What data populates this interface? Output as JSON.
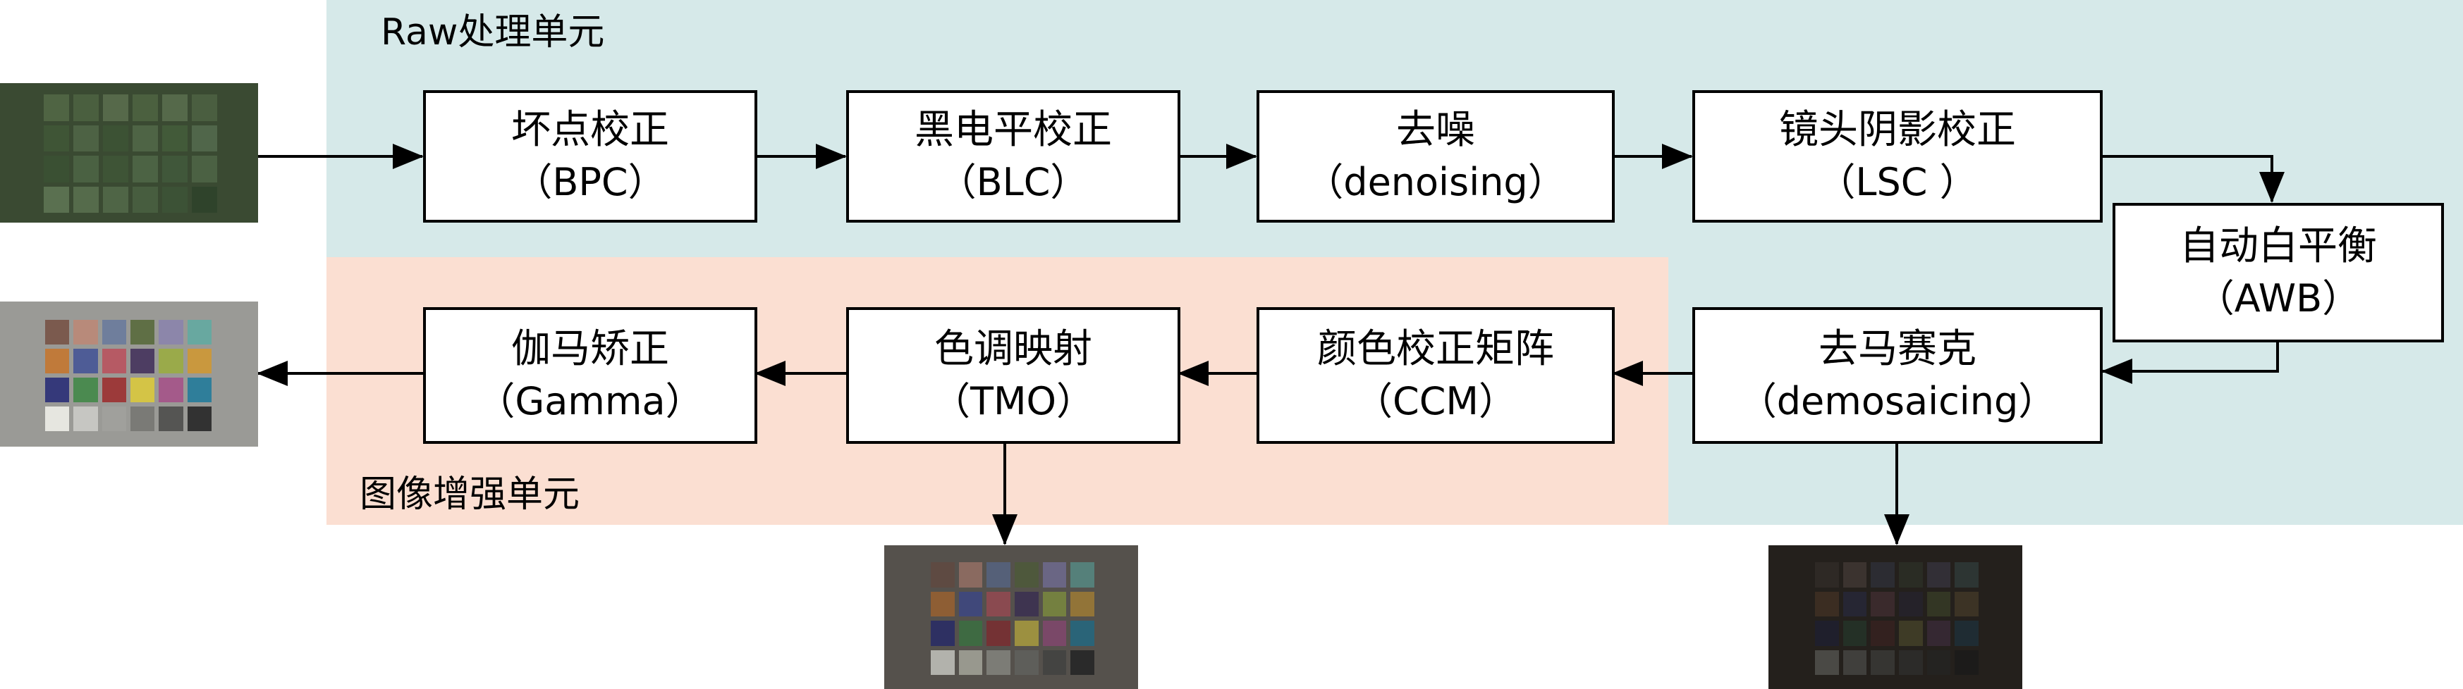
{
  "colors": {
    "raw_region_bg": "#d6e9e9",
    "enhance_region_bg": "#fbdfd2",
    "box_border": "#000000",
    "arrow": "#000000"
  },
  "regions": {
    "raw": {
      "label": "Raw处理单元"
    },
    "enhance": {
      "label": "图像增强单元"
    }
  },
  "blocks": {
    "bpc": {
      "name": "坏点校正",
      "abbr": "（BPC）"
    },
    "blc": {
      "name": "黑电平校正",
      "abbr": "（BLC）"
    },
    "denoise": {
      "name": "去噪",
      "abbr": "（denoising）"
    },
    "lsc": {
      "name": "镜头阴影校正",
      "abbr": "（LSC ）"
    },
    "awb": {
      "name": "自动白平衡",
      "abbr": "（AWB）"
    },
    "demosaic": {
      "name": "去马赛克",
      "abbr": "（demosaicing）"
    },
    "ccm": {
      "name": "颜色校正矩阵",
      "abbr": "（CCM）"
    },
    "tmo": {
      "name": "色调映射",
      "abbr": "（TMO）"
    },
    "gamma": {
      "name": "伽马矫正",
      "abbr": "（Gamma）"
    }
  },
  "images": {
    "input_raw": {
      "frame": "#3a4a32",
      "patches": [
        "#4f6443",
        "#4a5f3f",
        "#56694a",
        "#4b603f",
        "#55694a",
        "#4a5e40",
        "#3f5536",
        "#4d6244",
        "#3c5234",
        "#4e6445",
        "#425a39",
        "#50664a",
        "#3a5033",
        "#4a6142",
        "#3e5436",
        "#4c6344",
        "#40573a",
        "#4b6143",
        "#5a7050",
        "#556b4b",
        "#4f6546",
        "#475d3f",
        "#3c5236",
        "#2f432b"
      ]
    },
    "output_gamma": {
      "frame": "#9a9a96",
      "patches": [
        "#7b5a4e",
        "#b88a7a",
        "#6f7e9c",
        "#5f6f45",
        "#8c86aa",
        "#68a8a0",
        "#c07a3a",
        "#4e5c96",
        "#b65a64",
        "#4d3d62",
        "#9aaa4a",
        "#c9983e",
        "#35397a",
        "#4b8a50",
        "#9c3a3a",
        "#d4c446",
        "#a45a8a",
        "#2f7e9a",
        "#e6e6e0",
        "#c6c6c2",
        "#a0a09c",
        "#7a7a76",
        "#555553",
        "#323232"
      ]
    },
    "output_tmo": {
      "frame": "#55514c",
      "patches": [
        "#5e4a42",
        "#8a6a60",
        "#556078",
        "#4e583c",
        "#6a6684",
        "#55807a",
        "#8e5e34",
        "#40487a",
        "#8a4a50",
        "#3e3450",
        "#748040",
        "#927438",
        "#2e3062",
        "#3e6a42",
        "#743234",
        "#9c9040",
        "#7a4868",
        "#2a6478",
        "#b2b2ac",
        "#98988e",
        "#7c7c76",
        "#5e5e5a",
        "#444442",
        "#2a2a2a"
      ]
    },
    "output_demosaic": {
      "frame": "#24201c",
      "patches": [
        "#2e2925",
        "#3b332f",
        "#2c2c32",
        "#2a2c24",
        "#322f36",
        "#2d3533",
        "#3b2d22",
        "#262633",
        "#3a2a2c",
        "#252229",
        "#333624",
        "#3c3325",
        "#1f1f2c",
        "#243026",
        "#33211f",
        "#3e3b26",
        "#352832",
        "#1f2c33",
        "#4a4945",
        "#403f3c",
        "#363532",
        "#2c2b29",
        "#242321",
        "#1c1b1a"
      ]
    }
  }
}
